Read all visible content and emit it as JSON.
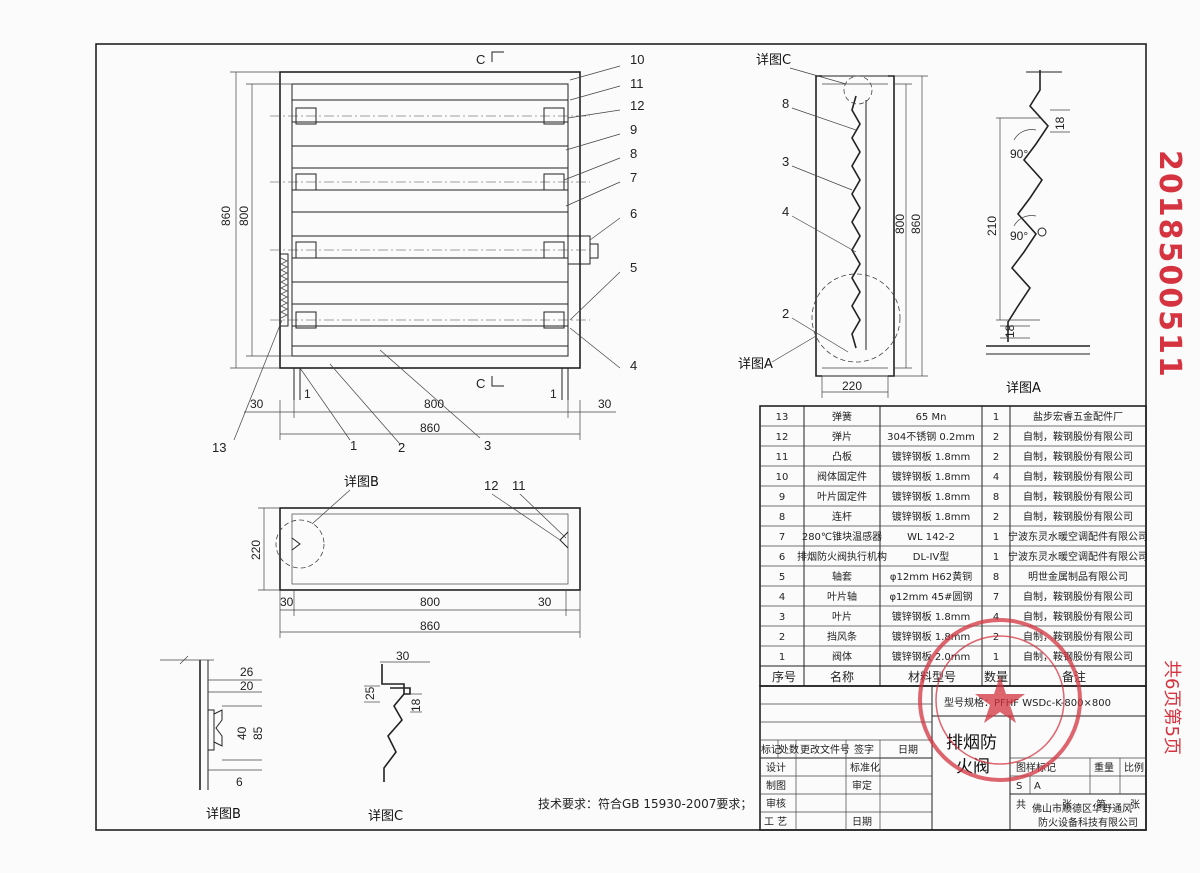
{
  "drawing_number": "2018500511",
  "page_count": "共6页第5页",
  "section_marks": {
    "top": "C",
    "bottom": "C"
  },
  "front_view": {
    "dims": {
      "height_outer": "860",
      "height_inner": "800",
      "width_left": "30",
      "width_mid": "800",
      "width_right": "30",
      "width_total": "860",
      "small": "1"
    },
    "callouts": [
      "10",
      "11",
      "12",
      "9",
      "8",
      "7",
      "6",
      "5",
      "4",
      "3",
      "2",
      "1",
      "13"
    ]
  },
  "side_view": {
    "detail_c_label": "详图C",
    "detail_a_label": "详图A",
    "callouts": [
      "8",
      "3",
      "4",
      "2"
    ],
    "dims": {
      "inner": "800",
      "outer": "860",
      "depth": "220"
    }
  },
  "detail_a": {
    "title": "详图A",
    "dims": {
      "pitch": "210",
      "top": "18",
      "bottom": "18",
      "angle1": "90°",
      "angle2": "90°"
    }
  },
  "plan_view": {
    "detail_b_label": "详图B",
    "callouts": [
      "12",
      "11"
    ],
    "dims": {
      "height": "220",
      "left": "30",
      "mid": "800",
      "right": "30",
      "total": "860"
    }
  },
  "detail_b": {
    "title": "详图B",
    "dims": {
      "a": "26",
      "b": "20",
      "c": "40",
      "d": "85",
      "e": "6"
    }
  },
  "detail_c": {
    "title": "详图C",
    "dims": {
      "a": "30",
      "b": "25",
      "c": "18"
    }
  },
  "tech_requirement": "技术要求：符合GB 15930-2007要求；",
  "bom": {
    "header": {
      "no": "序号",
      "name": "名称",
      "material": "材料型号",
      "qty": "数量",
      "note": "备注"
    },
    "rows": [
      {
        "no": "13",
        "name": "弹簧",
        "material": "65 Mn",
        "qty": "1",
        "note": "盐步宏睿五金配件厂"
      },
      {
        "no": "12",
        "name": "弹片",
        "material": "304不锈钢 0.2mm",
        "qty": "2",
        "note": "自制，鞍钢股份有限公司"
      },
      {
        "no": "11",
        "name": "凸板",
        "material": "镀锌钢板 1.8mm",
        "qty": "2",
        "note": "自制，鞍钢股份有限公司"
      },
      {
        "no": "10",
        "name": "阀体固定件",
        "material": "镀锌钢板 1.8mm",
        "qty": "4",
        "note": "自制，鞍钢股份有限公司"
      },
      {
        "no": "9",
        "name": "叶片固定件",
        "material": "镀锌钢板 1.8mm",
        "qty": "8",
        "note": "自制，鞍钢股份有限公司"
      },
      {
        "no": "8",
        "name": "连杆",
        "material": "镀锌钢板 1.8mm",
        "qty": "2",
        "note": "自制，鞍钢股份有限公司"
      },
      {
        "no": "7",
        "name": "280℃锥块温感器",
        "material": "WL 142-2",
        "qty": "1",
        "note": "宁波东灵水暖空调配件有限公司"
      },
      {
        "no": "6",
        "name": "排烟防火阀执行机构",
        "material": "DL-IV型",
        "qty": "1",
        "note": "宁波东灵水暖空调配件有限公司"
      },
      {
        "no": "5",
        "name": "轴套",
        "material": "φ12mm H62黄铜",
        "qty": "8",
        "note": "明世金属制品有限公司"
      },
      {
        "no": "4",
        "name": "叶片轴",
        "material": "φ12mm 45#圆钢",
        "qty": "7",
        "note": "自制，鞍钢股份有限公司"
      },
      {
        "no": "3",
        "name": "叶片",
        "material": "镀锌钢板 1.8mm",
        "qty": "4",
        "note": "自制，鞍钢股份有限公司"
      },
      {
        "no": "2",
        "name": "挡风条",
        "material": "镀锌钢板 1.8mm",
        "qty": "2",
        "note": "自制，鞍钢股份有限公司"
      },
      {
        "no": "1",
        "name": "阀体",
        "material": "镀锌钢板 2.0mm",
        "qty": "1",
        "note": "自制，鞍钢股份有限公司"
      }
    ]
  },
  "title_block": {
    "model": "型号规格：PFHF WSDc-K-800×800",
    "product_name_1": "排烟防",
    "product_name_2": "火阀",
    "labels": {
      "mark": "标记",
      "count": "处数",
      "change_file": "更改文件号",
      "sign": "签字",
      "date": "日期",
      "design": "设计",
      "standard": "标准化",
      "drawn": "制图",
      "review": "审定",
      "check": "审核",
      "process": "工 艺",
      "date2": "日期",
      "stage": "图样标记",
      "weight": "重量",
      "scale": "比例",
      "s": "S",
      "a": "A",
      "total": "共",
      "sheets": "张",
      "nth": "第",
      "sheet": "张"
    },
    "company_1": "佛山市顺德区华野通风",
    "company_2": "防火设备科技有限公司"
  },
  "colors": {
    "stamp": "#d4333f",
    "ink": "#222222"
  }
}
